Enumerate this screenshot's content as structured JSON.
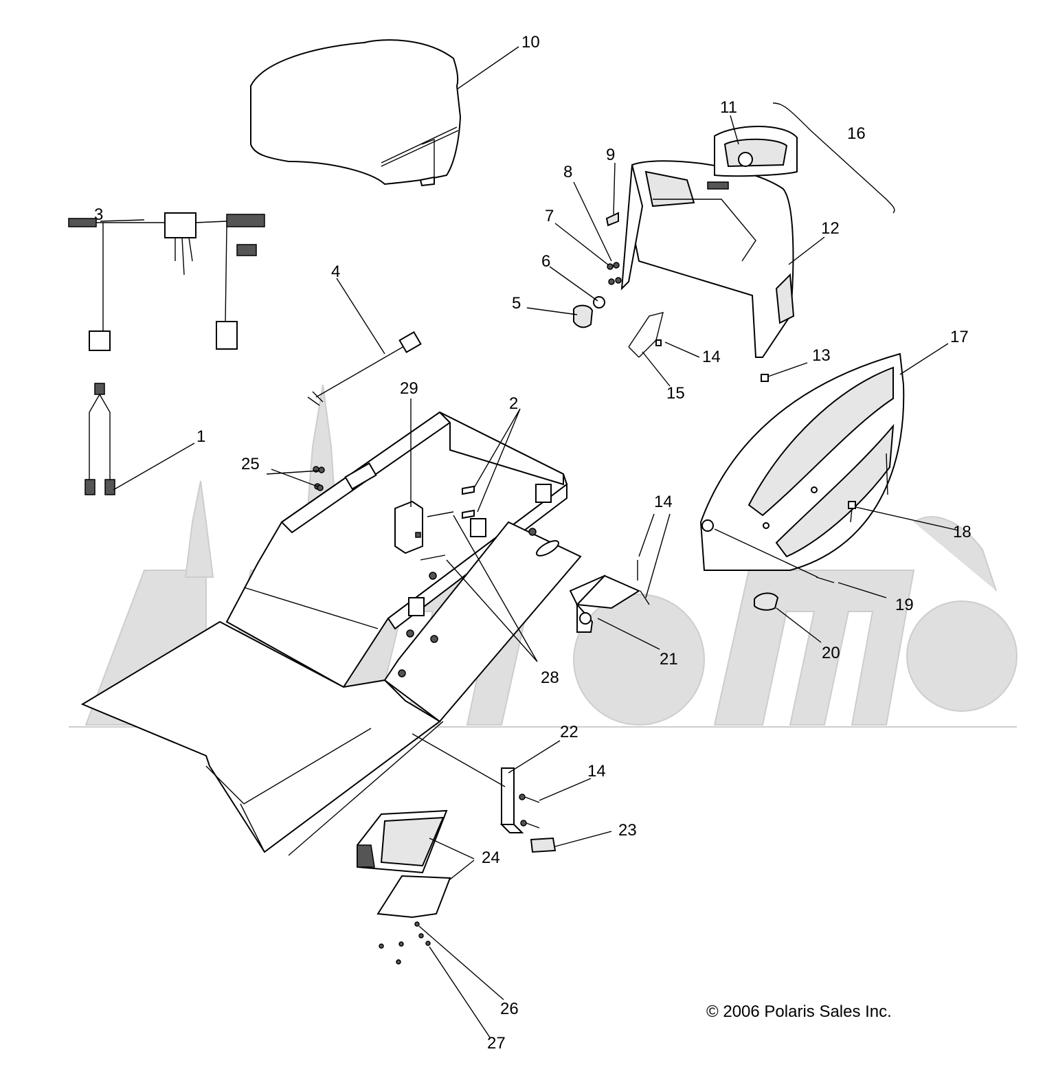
{
  "callouts": {
    "c1": "1",
    "c2": "2",
    "c3": "3",
    "c4": "4",
    "c5": "5",
    "c6": "6",
    "c7": "7",
    "c8": "8",
    "c9": "9",
    "c10": "10",
    "c11": "11",
    "c12": "12",
    "c13": "13",
    "c14a": "14",
    "c14b": "14",
    "c14c": "14",
    "c15": "15",
    "c16": "16",
    "c17": "17",
    "c18": "18",
    "c19": "19",
    "c20": "20",
    "c21": "21",
    "c22": "22",
    "c23": "23",
    "c24": "24",
    "c25": "25",
    "c26": "26",
    "c27": "27",
    "c28": "28",
    "c29": "29"
  },
  "copyright": "© 2006 Polaris Sales Inc."
}
